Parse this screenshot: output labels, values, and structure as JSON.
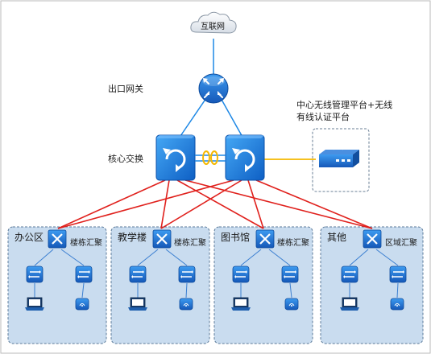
{
  "internet": {
    "label": "互联网"
  },
  "egress": {
    "label": "出口网关",
    "icon": "router-icon"
  },
  "core": {
    "label": "核心交换",
    "icon": "core-switch-icon"
  },
  "wlc": {
    "line1": "中心无线管理平台+无线",
    "line2": "有线认证平台",
    "icon": "wireless-controller-icon"
  },
  "zones": [
    {
      "name": "办公区",
      "agg_label": "楼栋汇聚"
    },
    {
      "name": "教学楼",
      "agg_label": "楼栋汇聚"
    },
    {
      "name": "图书馆",
      "agg_label": "楼栋汇聚"
    },
    {
      "name": "其他",
      "agg_label": "区域汇聚"
    }
  ],
  "colors": {
    "link_uplink": "#1e88e5",
    "link_core": "#e0201c",
    "link_wlc": "#f5b800",
    "zone_fill": "#c9dcef",
    "zone_border": "#5b7a99",
    "device_blue": "#1f6fd1"
  }
}
